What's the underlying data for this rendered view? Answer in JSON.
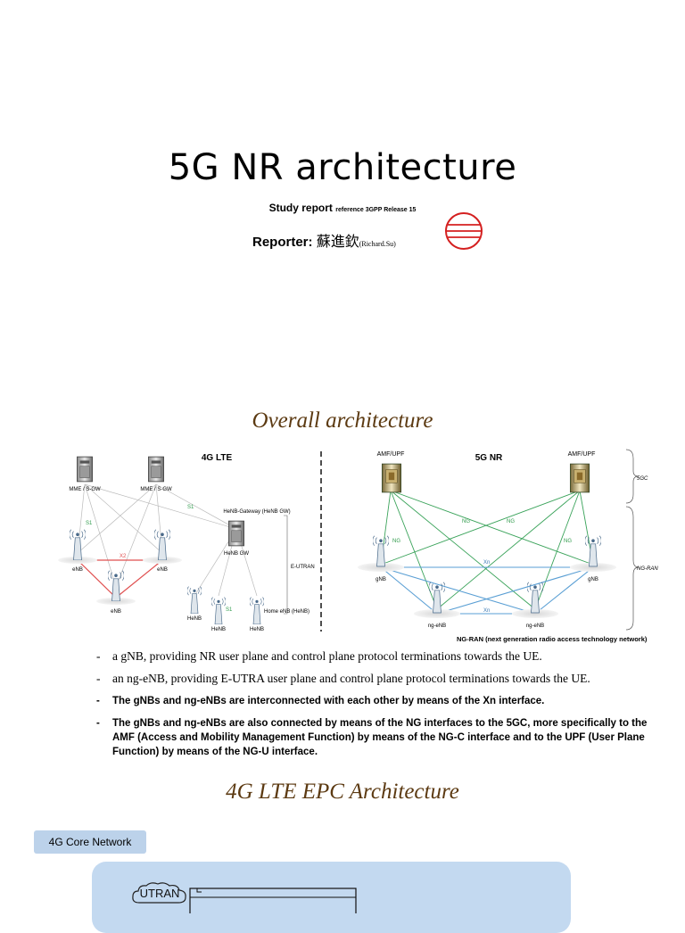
{
  "slide": {
    "title": "5G  NR architecture",
    "subtitle_main": "Study report ",
    "subtitle_ref": "reference 3GPP Release 15",
    "reporter_label": "Reporter: ",
    "reporter_name_cn": "蘇進欽",
    "reporter_name_en": "(Richard.Su)"
  },
  "overall": {
    "heading": "Overall architecture",
    "lte": {
      "title": "4G LTE",
      "mme_label": "MME / S-GW",
      "enb_label": "eNB",
      "henb_gw_title": "HeNB-Gateway (HeNB GW)",
      "henb_gw_label": "HeNB GW",
      "henb_label": "HeNB",
      "s1_label": "S1",
      "x2_label": "X2",
      "eutran_label": "E-UTRAN",
      "home_enb_label": "Home eNB (HeNB)"
    },
    "nr": {
      "title": "5G NR",
      "amf_label": "AMF/UPF",
      "gnb_label": "gNB",
      "ngenb_label": "ng-eNB",
      "ng_label": "NG",
      "xn_label": "Xn",
      "fivegc_label": "5GC",
      "ngran_label": "NG-RAN",
      "caption": "NG-RAN (next generation radio access technology network)"
    },
    "bullets": [
      "a gNB, providing NR user plane and control plane protocol terminations towards the UE.",
      "an ng-eNB, providing E-UTRA user plane and control plane protocol terminations towards the UE.",
      "The gNBs and ng-eNBs are interconnected with each other by means of the Xn interface.",
      "The gNBs and ng-eNBs are also connected by means of the NG interfaces to the 5GC, more specifically to the AMF (Access and Mobility Management Function) by means of the NG-C interface and to the UPF (User Plane Function) by means of the NG-U interface."
    ]
  },
  "epc": {
    "heading": "4G LTE EPC Architecture",
    "core_tag": "4G Core Network",
    "utran_label": "UTRAN"
  },
  "colors": {
    "heading_brown": "#5c3a12",
    "core_blue": "#bcd2ea",
    "epc_blue": "#c3d9f0",
    "ng_green": "#3aa35a",
    "xn_blue": "#5a9fd4",
    "x2_red": "#e05050",
    "seal_red": "#d42020"
  }
}
